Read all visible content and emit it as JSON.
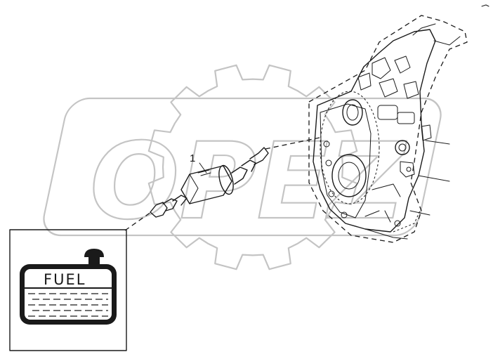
{
  "diagram": {
    "callout_label": "1",
    "fuel_tank_label": "FUEL",
    "watermark_text": "OPEZ",
    "colors": {
      "ink": "#1a1a1a",
      "watermark": "#c4c4c4",
      "background": "#ffffff"
    },
    "icons": [
      "gear-watermark-icon",
      "fuel-tank-icon",
      "fuel-filter-icon",
      "engine-block-icon"
    ]
  }
}
